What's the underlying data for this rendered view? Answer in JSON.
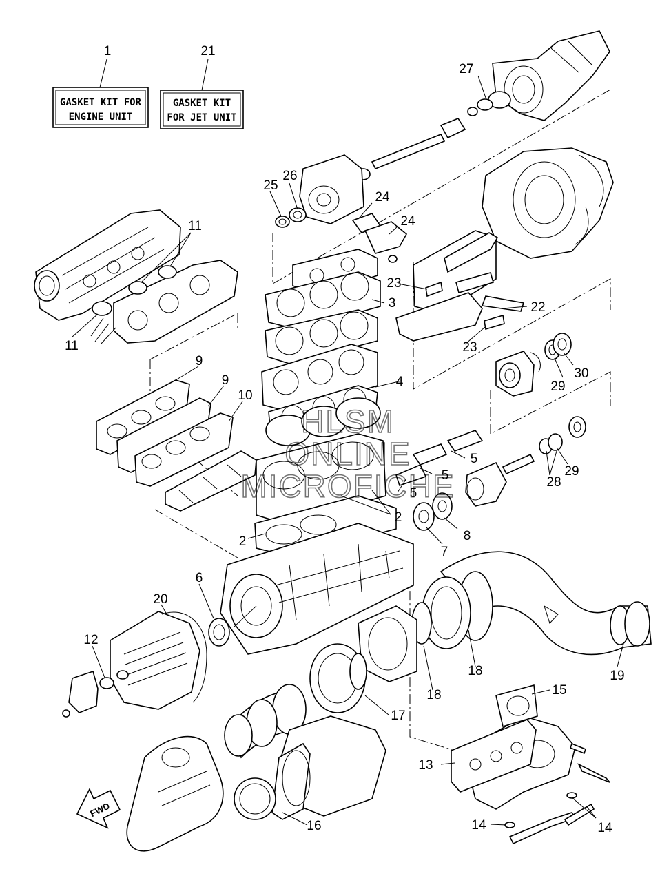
{
  "kits": [
    {
      "number": "1",
      "line1": "GASKET KIT FOR",
      "line2": "ENGINE UNIT"
    },
    {
      "number": "21",
      "line1": "GASKET KIT",
      "line2": "FOR JET UNIT"
    }
  ],
  "callouts": [
    "2",
    "2",
    "3",
    "4",
    "5",
    "5",
    "5",
    "6",
    "7",
    "8",
    "9",
    "9",
    "10",
    "11",
    "11",
    "12",
    "13",
    "14",
    "14",
    "15",
    "16",
    "17",
    "18",
    "18",
    "19",
    "20",
    "22",
    "23",
    "23",
    "24",
    "24",
    "25",
    "26",
    "27",
    "28",
    "29",
    "29",
    "30"
  ],
  "watermark": {
    "line1": "HLSM",
    "line2": "ONLINE",
    "line3": "MICROFICHE"
  },
  "fwd_label": "FWD"
}
